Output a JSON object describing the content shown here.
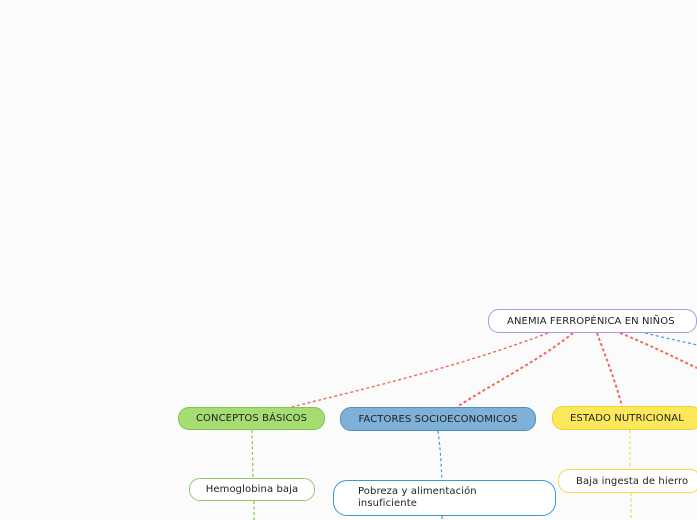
{
  "map": {
    "root": {
      "label": "ANEMIA FERROPÉNICA EN NIÑOS"
    },
    "branches": [
      {
        "label": "CONCEPTOS BÁSICOS",
        "color": "#a6dd72",
        "line_color": "#ee6a5f"
      },
      {
        "label": "FACTORES SOCIOECONOMICOS",
        "color": "#7fb0d8",
        "line_color": "#ee6a5f"
      },
      {
        "label": "ESTADO NUTRICIONAL",
        "color": "#fce85a",
        "line_color": "#ee6a5f"
      }
    ],
    "subtopics": [
      {
        "label": "Hemoglobina baja",
        "border": "#95c965",
        "line_color": "#8cc25a"
      },
      {
        "label": "Pobreza y alimentación insuficiente",
        "border": "#3c97d8",
        "line_color": "#3aa0d6"
      },
      {
        "label": "Baja ingesta de hierro",
        "border": "#f0dc4a",
        "line_color": "#f0dc4a"
      }
    ],
    "offscreen_line_colors": [
      "#3aa0d6",
      "#ee6a5f"
    ]
  }
}
